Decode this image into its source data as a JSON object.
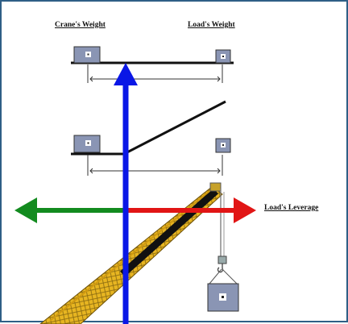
{
  "labels": {
    "crane_weight": "Crane's Weight",
    "load_weight": "Load's Weight",
    "load_leverage": "Load's Leverage"
  },
  "colors": {
    "frame": "#2f5f86",
    "vertical_arrow": "#0a17e6",
    "left_arrow": "#138b1f",
    "right_arrow": "#e11515",
    "weight_box": "#8a95b4",
    "boom_black": "#111111",
    "boom_yellow": "#e7b521"
  },
  "icons": [
    "weight-box-icon",
    "arrow-up-icon",
    "arrow-left-icon",
    "arrow-right-icon",
    "hook-icon"
  ]
}
